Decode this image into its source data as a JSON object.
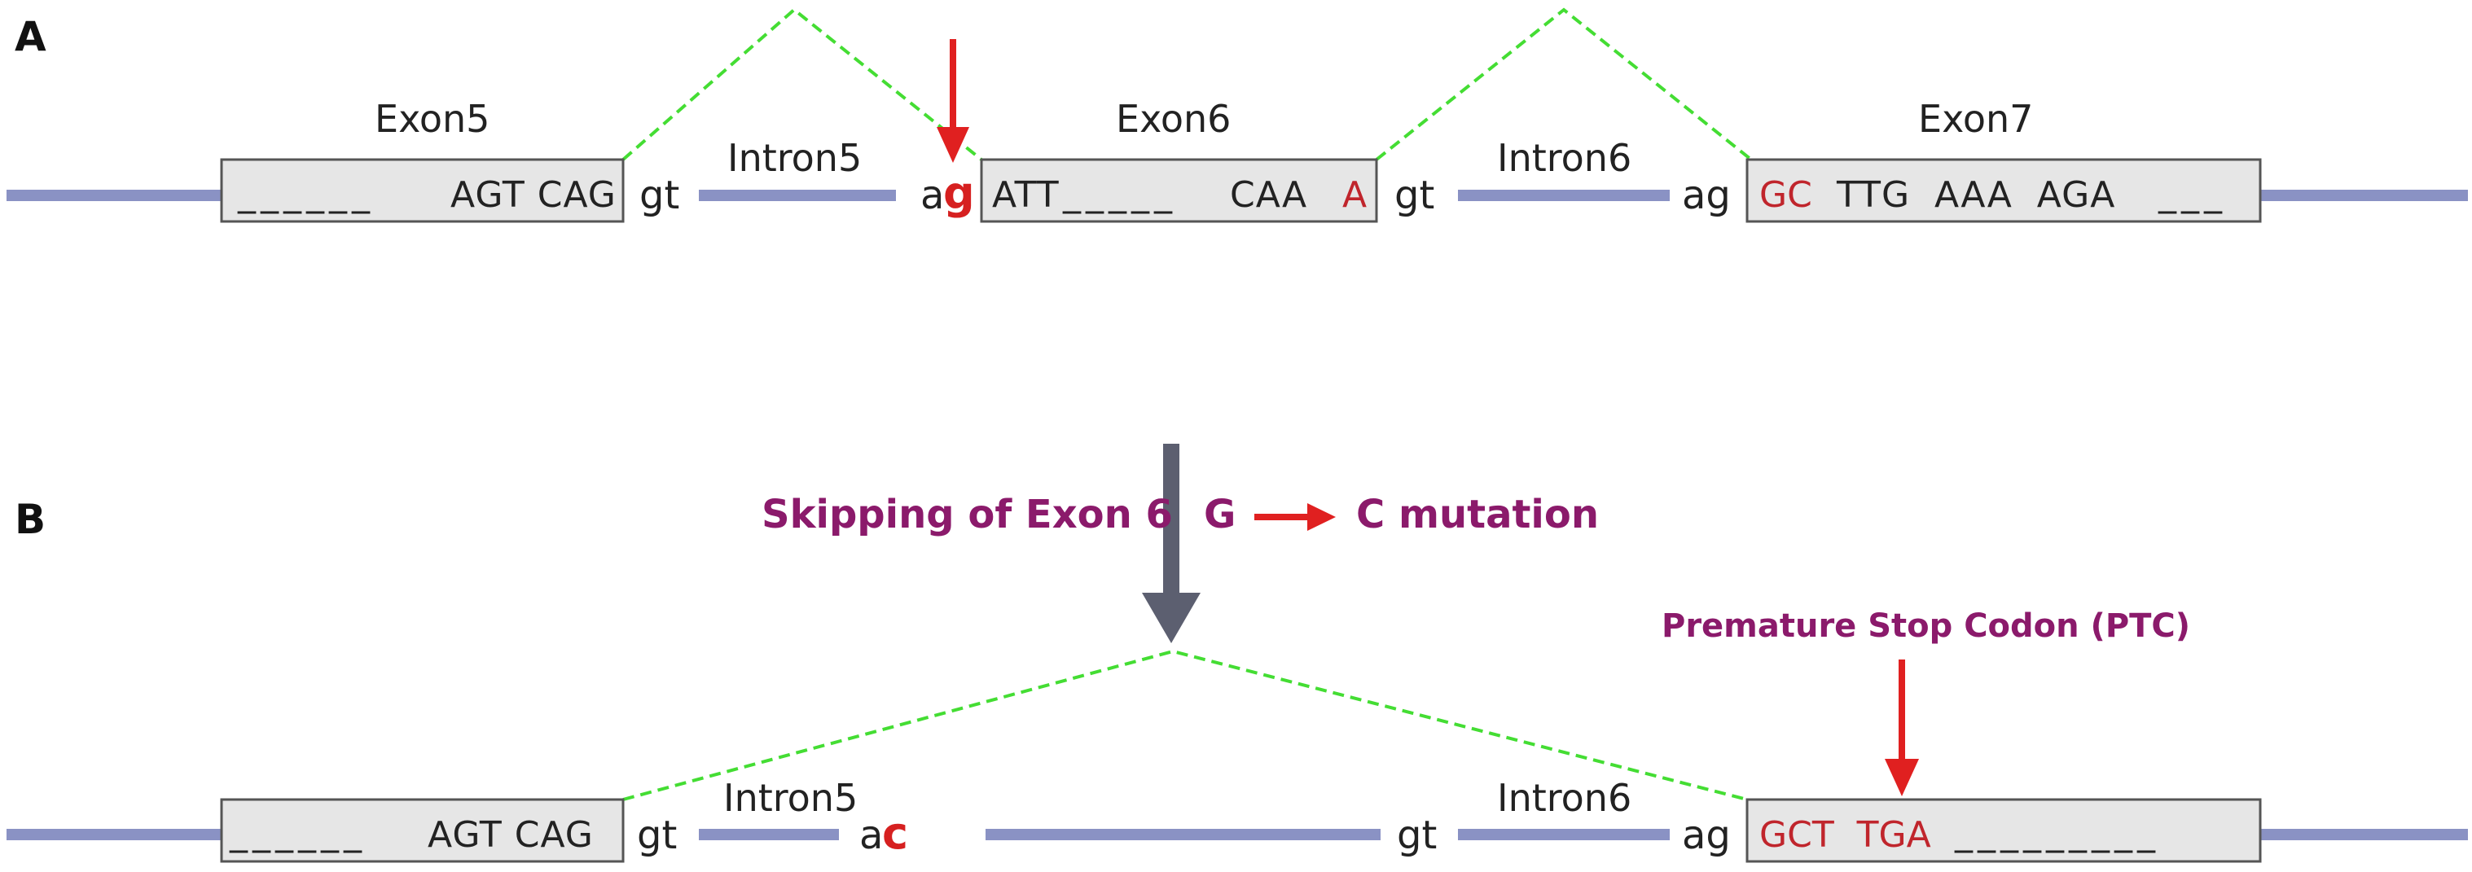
{
  "colors": {
    "intron_line": "#8a92c4",
    "exon_fill": "#e6e6e6",
    "exon_border": "#555555",
    "splice_dash": "#44dd33",
    "red_arrow": "#e02020",
    "gray_arrow": "#5c5f70",
    "annotation": "#8b1a6b",
    "mutation_red": "#d62020"
  },
  "panel_a": {
    "label": "A",
    "exon5": {
      "name": "Exon5",
      "dashes": "______",
      "seq": "AGT CAG"
    },
    "exon6": {
      "name": "Exon6",
      "seq_start": "ATT",
      "dashes": "_____",
      "seq_end": "CAA",
      "last_base": "A"
    },
    "exon7": {
      "name": "Exon7",
      "red": "GC",
      "seq": "TTG  AAA  AGA",
      "dashes": "___"
    },
    "intron5": {
      "name": "Intron5",
      "donor": "gt",
      "acceptor_a": "a",
      "acceptor_g": "g"
    },
    "intron6": {
      "name": "Intron6",
      "donor": "gt",
      "acceptor": "ag"
    }
  },
  "panel_b": {
    "label": "B",
    "skip_text": "Skipping of Exon 6",
    "mutation_from": "G",
    "mutation_to": "C mutation",
    "ptc_text": "Premature Stop Codon (PTC)",
    "exon5": {
      "dashes": "______",
      "seq": "AGT CAG"
    },
    "exon7": {
      "red": "GCT  TGA",
      "dashes": "_________"
    },
    "intron5": {
      "name": "Intron5",
      "donor": "gt",
      "acceptor_a": "a",
      "acceptor_c": "c"
    },
    "intron6": {
      "name": "Intron6",
      "donor": "gt",
      "acceptor": "ag"
    }
  }
}
